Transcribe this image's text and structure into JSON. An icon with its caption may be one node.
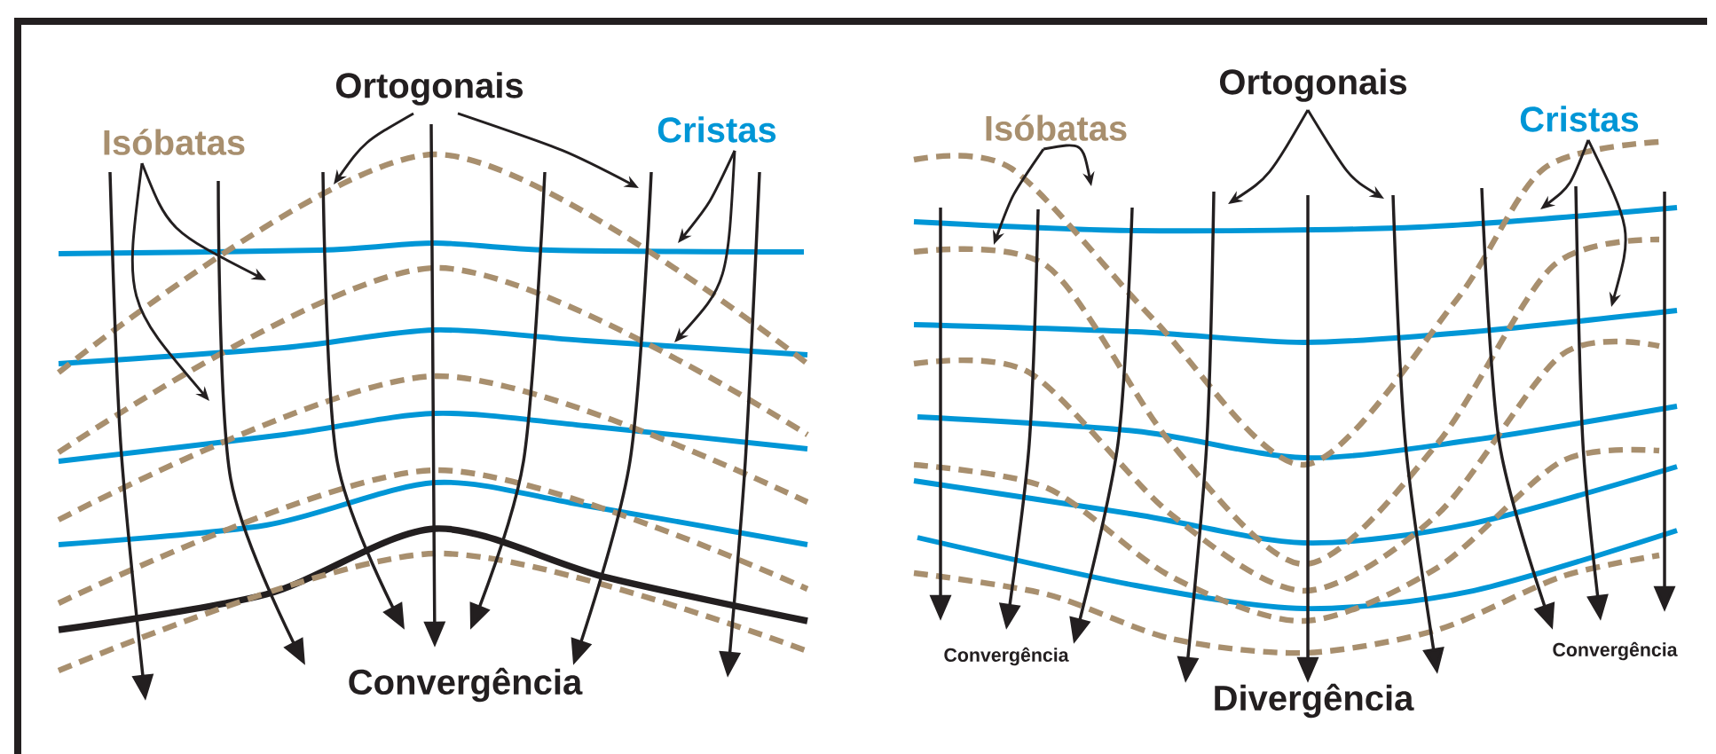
{
  "diagram": {
    "nodes": [
      {
        "text": [
          "Ortogonais"
        ]
      },
      {
        "text": [
          "Isóbatas"
        ]
      },
      {
        "text": [
          "Cristas"
        ]
      },
      {
        "text": [
          "Ortogonais"
        ]
      },
      {
        "text": [
          "Isóbatas"
        ]
      },
      {
        "text": [
          "Cristas"
        ]
      }
    ],
    "edges": [
      {
        "from": 0,
        "to": null,
        "arrow": "to"
      },
      {
        "from": 0,
        "to": null,
        "arrow": "to"
      },
      {
        "from": 1,
        "to": null,
        "arrow": "to"
      },
      {
        "from": 1,
        "to": null,
        "arrow": "to"
      },
      {
        "from": 2,
        "to": null,
        "arrow": "to"
      },
      {
        "from": 2,
        "to": null,
        "arrow": "to"
      },
      {
        "from": 3,
        "to": null,
        "arrow": "to"
      },
      {
        "from": 3,
        "to": null,
        "arrow": "to"
      },
      {
        "from": 4,
        "to": null,
        "arrow": "to"
      },
      {
        "from": 4,
        "to": null,
        "arrow": "to"
      },
      {
        "from": 5,
        "to": null,
        "arrow": "to"
      },
      {
        "from": 5,
        "to": null,
        "arrow": "to"
      }
    ],
    "labels": [
      "Convergência",
      "Convergência",
      "Divergência",
      "Convergência"
    ]
  }
}
